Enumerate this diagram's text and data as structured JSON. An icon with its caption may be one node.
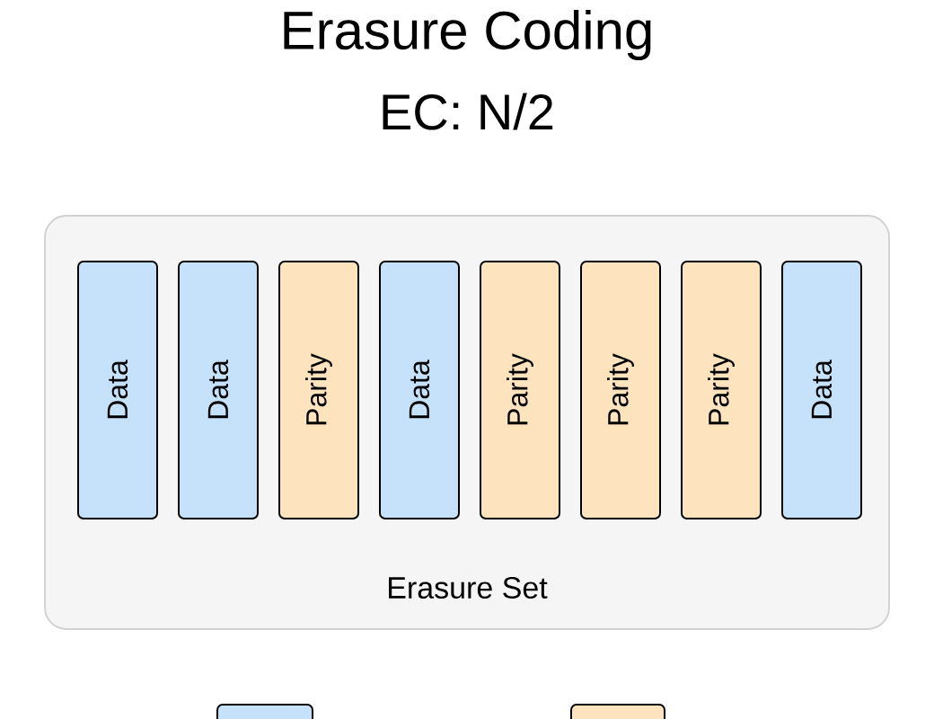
{
  "diagram": {
    "title": "Erasure Coding",
    "nodes": [
      {
        "text": [
          "Erasure Set"
        ]
      },
      {
        "text": [
          "Data"
        ],
        "in": 0
      },
      {
        "text": [
          "Data"
        ],
        "in": 0
      },
      {
        "text": [
          "Parity"
        ],
        "in": 0
      },
      {
        "text": [
          "Data"
        ],
        "in": 0
      },
      {
        "text": [
          "Parity"
        ],
        "in": 0
      },
      {
        "text": [
          "Parity"
        ],
        "in": 0
      },
      {
        "text": [
          "Parity"
        ],
        "in": 0
      },
      {
        "text": [
          "Data"
        ],
        "in": 0
      }
    ],
    "labels": [
      "EC: N/2"
    ]
  }
}
